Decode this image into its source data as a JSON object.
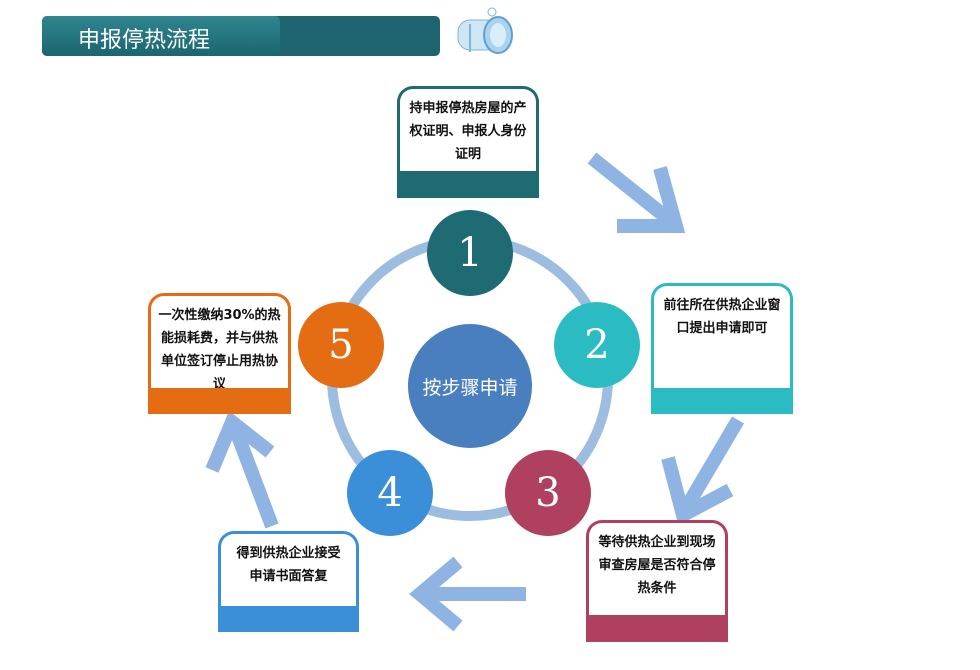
{
  "title": "申报停热流程",
  "center_label": "按步骤申请",
  "steps": [
    {
      "num": "1",
      "text": "持申报停热房屋的产权证明、申报人身份证明",
      "color": "#1e6b73"
    },
    {
      "num": "2",
      "text": "前往所在供热企业窗口提出申请即可",
      "color": "#2bbcc3"
    },
    {
      "num": "3",
      "text": "等待供热企业到现场审查房屋是否符合停热条件",
      "color": "#b0405f"
    },
    {
      "num": "4",
      "text": "得到供热企业接受申请书面答复",
      "color": "#3a8fd8"
    },
    {
      "num": "5",
      "text": "一次性缴纳30%的热能损耗费，并与供热单位签订停止用热协议",
      "color": "#e46c12"
    }
  ],
  "colors": {
    "arrow": "#8fb3e3",
    "ring": "#9dbde0",
    "center": "#4a7fbf"
  }
}
